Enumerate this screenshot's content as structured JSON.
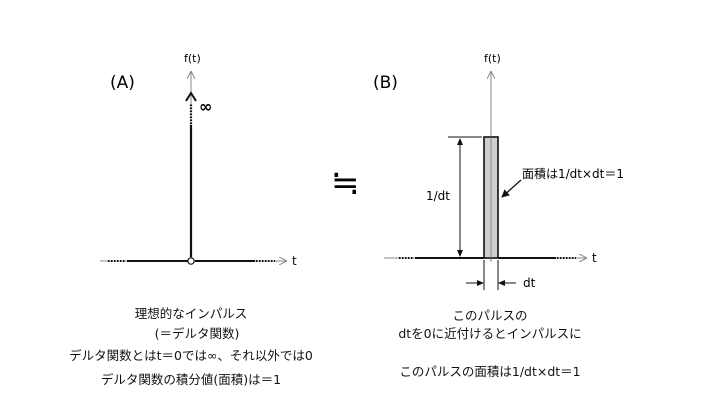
{
  "panel_a": {
    "label": "(A)",
    "y_axis_label": "f(t)",
    "x_axis_label": "t",
    "infinity": "∞",
    "caption": [
      "理想的なインパルス",
      "(＝デルタ関数)",
      "デルタ関数とはt＝0では∞、それ以外では0",
      "デルタ関数の積分値(面積)は＝1"
    ]
  },
  "approx_symbol": "≒",
  "panel_b": {
    "label": "(B)",
    "y_axis_label": "f(t)",
    "x_axis_label": "t",
    "height_label": "1/dt",
    "width_label": "dt",
    "area_label": "面積は1/dt×dt＝1",
    "caption": [
      "このパルスの",
      "dtを0に近付けるとインパルスに",
      "このパルスの面積は1/dt×dt＝1"
    ]
  },
  "colors": {
    "axis": "#888888",
    "line": "#111111",
    "pulse_fill": "#cfcfcf"
  }
}
